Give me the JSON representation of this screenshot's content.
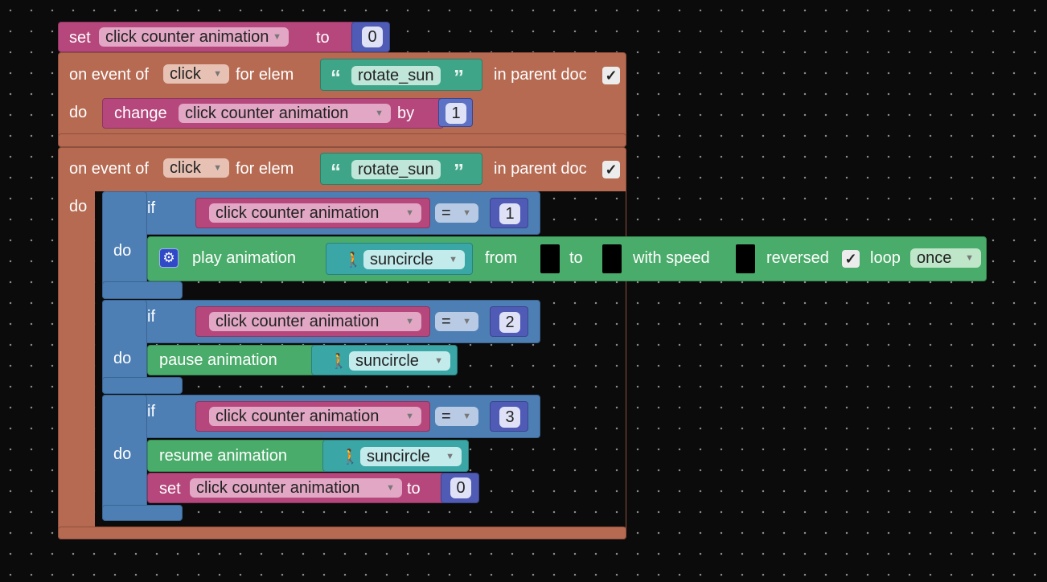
{
  "workspace": {
    "set1": {
      "set": "set",
      "var": "click counter animation",
      "to": "to",
      "value": "0"
    },
    "event1": {
      "on_event_of": "on event of",
      "event": "click",
      "for_elem": "for elem",
      "elem": "rotate_sun",
      "in_parent_doc": "in parent doc",
      "check": "✓",
      "do": "do",
      "change": "change",
      "var": "click counter animation",
      "by": "by",
      "by_value": "1"
    },
    "event2": {
      "on_event_of": "on event of",
      "event": "click",
      "for_elem": "for elem",
      "elem": "rotate_sun",
      "in_parent_doc": "in parent doc",
      "check": "✓",
      "do": "do"
    },
    "if1": {
      "if": "if",
      "var": "click counter animation",
      "op": "=",
      "value": "1",
      "do": "do",
      "play_animation": "play animation",
      "anim": "suncircle",
      "from": "from",
      "to": "to",
      "with_speed": "with speed",
      "reversed": "reversed",
      "check": "✓",
      "loop": "loop",
      "loop_value": "once"
    },
    "if2": {
      "if": "if",
      "var": "click counter animation",
      "op": "=",
      "value": "2",
      "do": "do",
      "pause_animation": "pause animation",
      "anim": "suncircle"
    },
    "if3": {
      "if": "if",
      "var": "click counter animation",
      "op": "=",
      "value": "3",
      "do": "do",
      "resume_animation": "resume animation",
      "anim": "suncircle",
      "set": "set",
      "set_var": "click counter animation",
      "to": "to",
      "set_value": "0"
    },
    "icons": {
      "gear": "gear-icon",
      "walk": "walking-person-icon",
      "quote_open": "open-quote-icon",
      "quote_close": "close-quote-icon",
      "dropdown": "chevron-down-icon"
    },
    "colors": {
      "variable": "#b5477c",
      "event": "#b66a52",
      "logic": "#4d7fb4",
      "animation": "#4aac6a",
      "text": "#3fa588",
      "number": "#4f5bb5",
      "background": "#0b0b0b"
    }
  }
}
